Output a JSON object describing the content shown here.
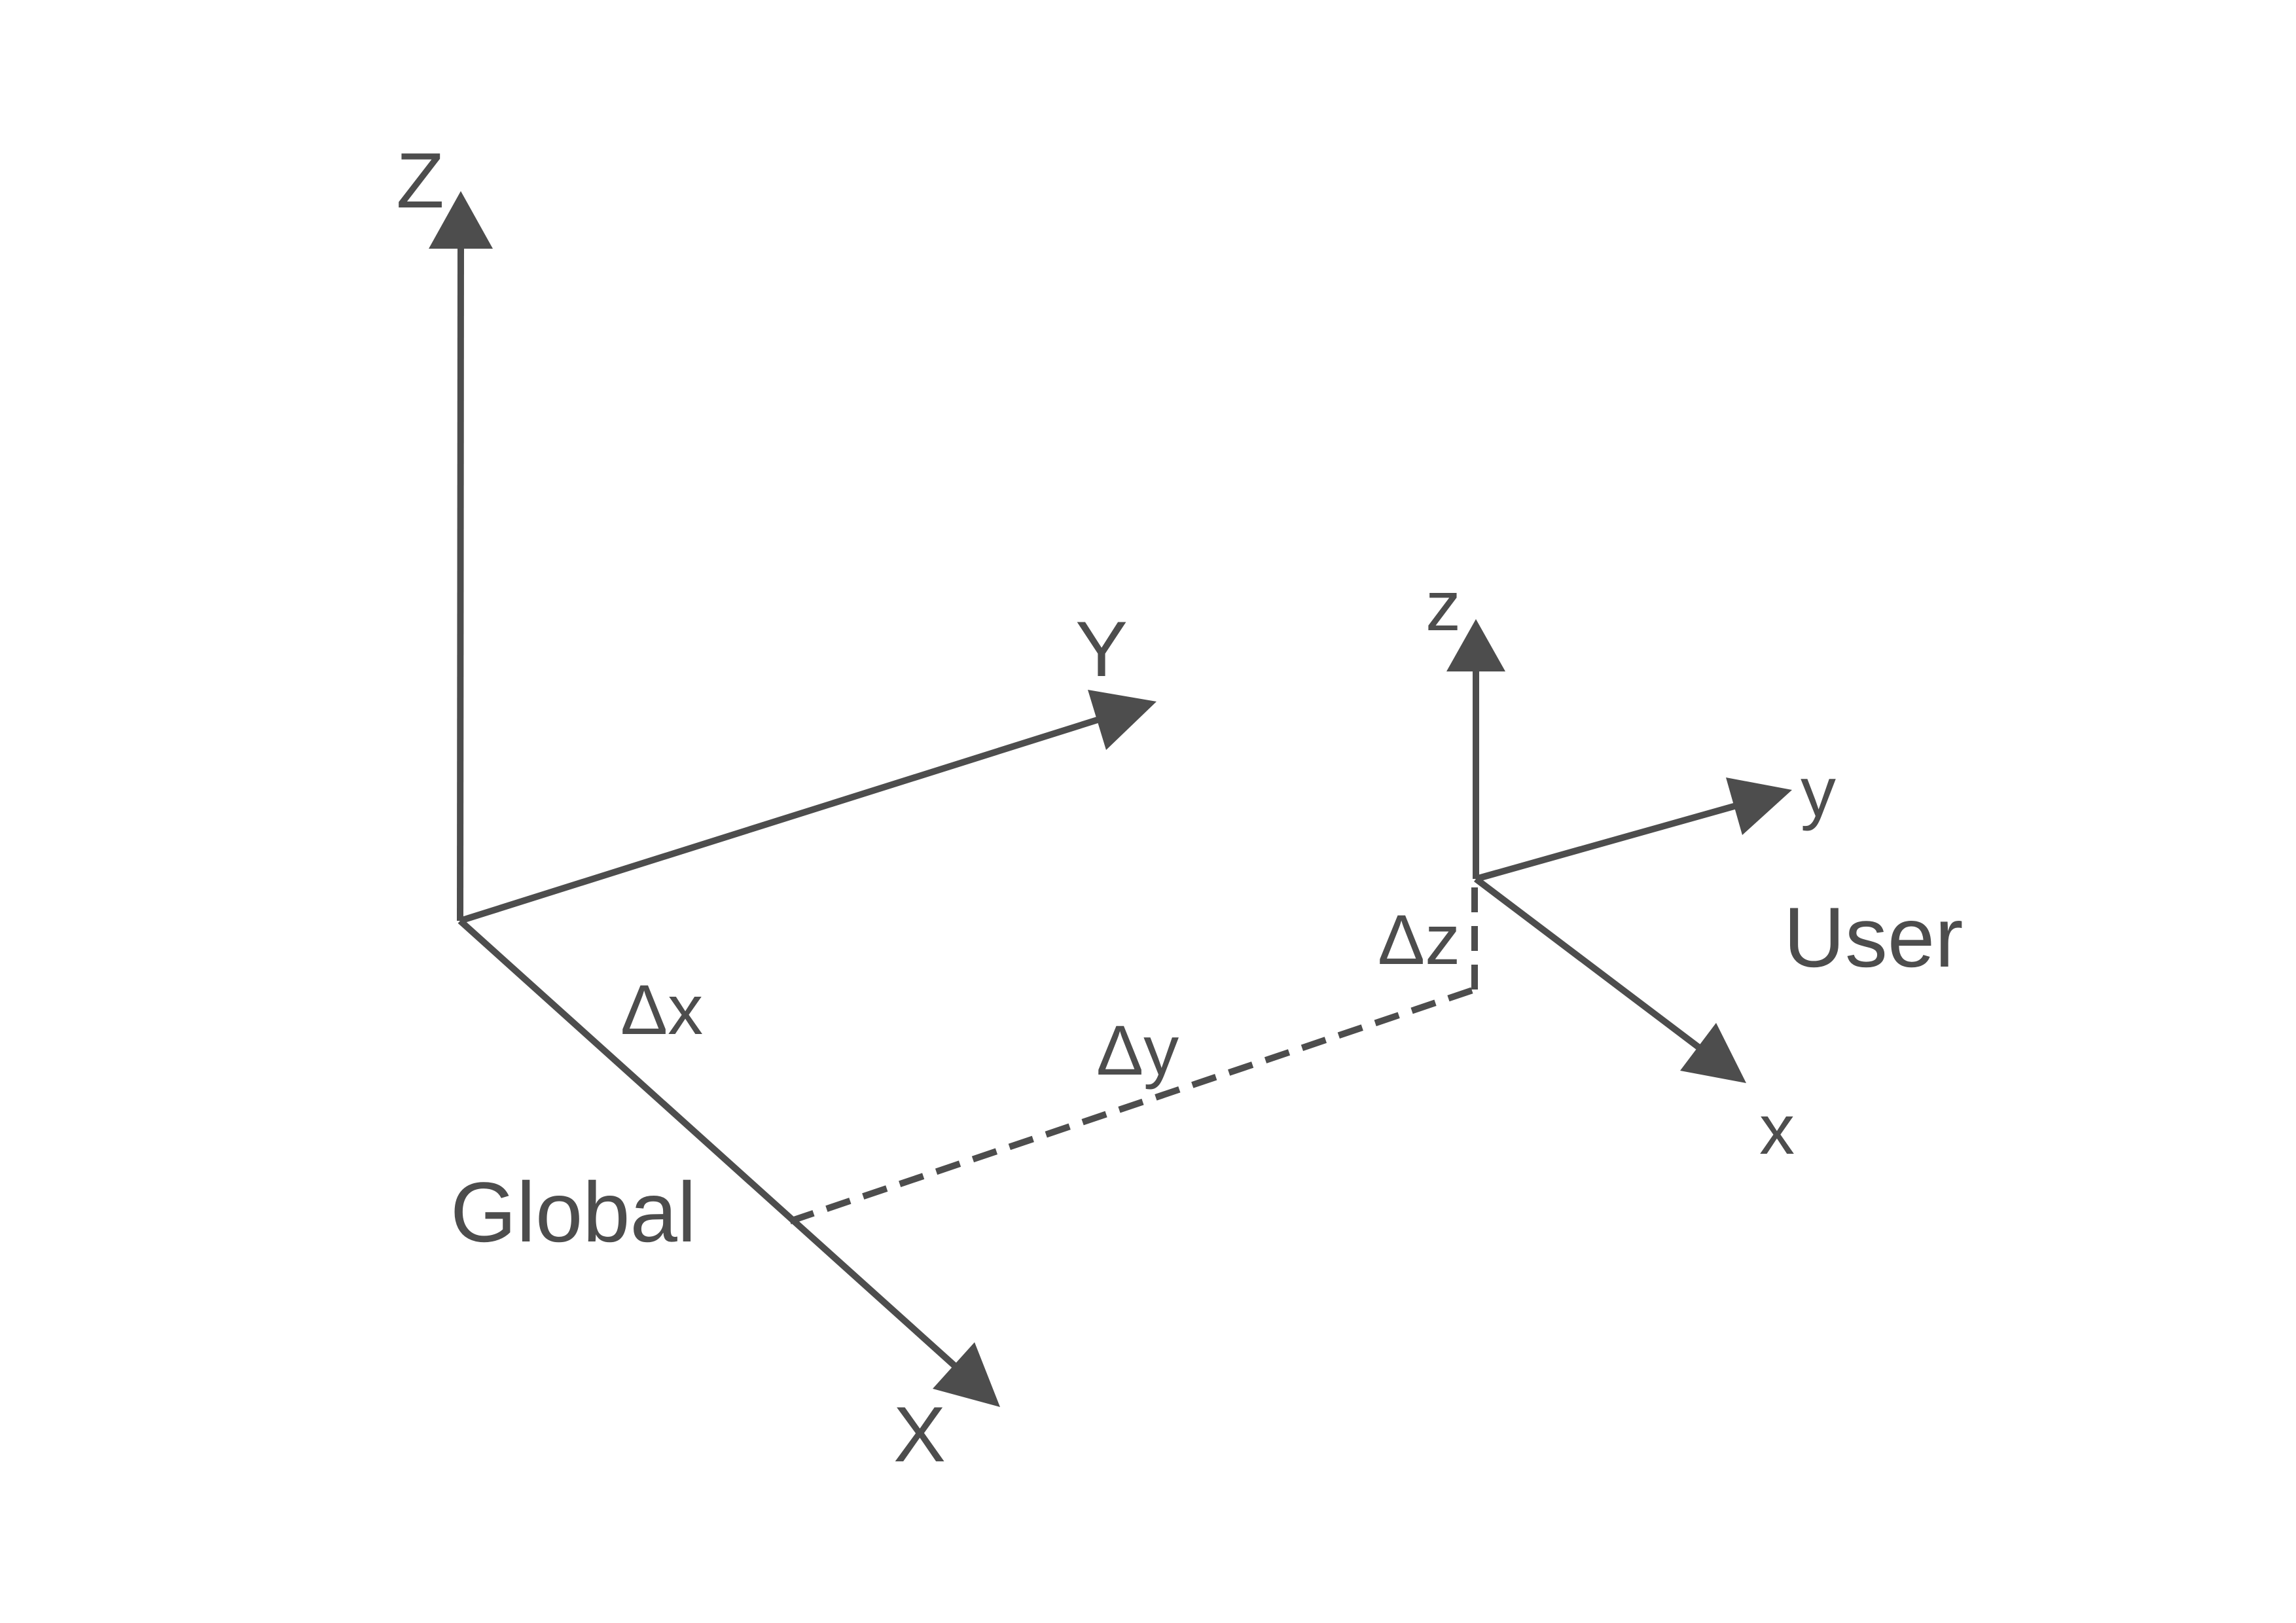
{
  "colors": {
    "line": "#4d4d4d",
    "background": "#ffffff"
  },
  "global_frame": {
    "name_label": "Global",
    "z_axis_label": "Z",
    "y_axis_label": "Y",
    "x_axis_label": "X"
  },
  "user_frame": {
    "name_label": "User",
    "z_axis_label": "z",
    "y_axis_label": "y",
    "x_axis_label": "x"
  },
  "offsets": {
    "delta_x_label": "Δx",
    "delta_y_label": "Δy",
    "delta_z_label": "Δz"
  }
}
